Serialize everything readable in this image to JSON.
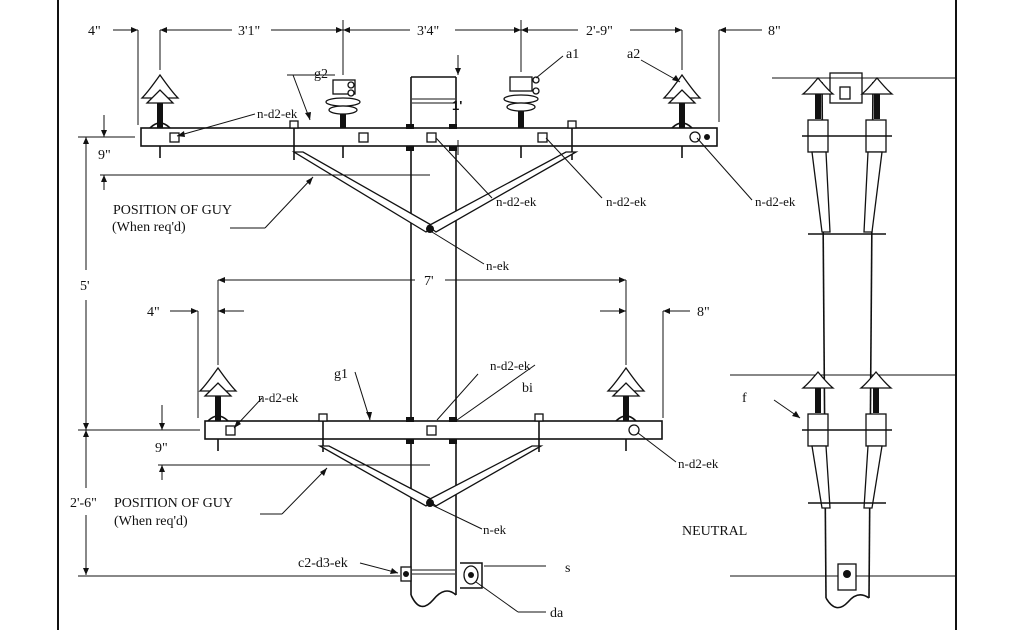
{
  "labels": {
    "top_dim_4in": "4\"",
    "top_dim_3ft1": "3'1\"",
    "top_dim_3ft4": "3'4\"",
    "top_dim_2ft9": "2'-9\"",
    "top_dim_8in": "8\"",
    "dim_1ft": "1'",
    "a1": "a1",
    "a2": "a2",
    "g2": "g2",
    "nd2ek_top_left": "n-d2-ek",
    "nd2ek_top_mid": "n-d2-ek",
    "nd2ek_top_right_mid": "n-d2-ek",
    "nd2ek_top_right": "n-d2-ek",
    "dim_9in_top": "9\"",
    "position_guy_top": "POSITION OF GUY",
    "when_reqd_top": "(When req'd)",
    "nek_top": "n-ek",
    "dim_5ft": "5'",
    "dim_7ft": "7'",
    "low_dim_4in": "4\"",
    "low_dim_8in": "8\"",
    "nd2ek_low_center": "n-d2-ek",
    "g1": "g1",
    "bi": "bi",
    "nd2ek_low_left": "n-d2-ek",
    "nd2ek_low_right": "n-d2-ek",
    "dim_9in_low": "9\"",
    "position_guy_low": "POSITION OF GUY",
    "when_reqd_low": "(When req'd)",
    "dim_2ft6": "2'-6\"",
    "nek_low": "n-ek",
    "neutral": "NEUTRAL",
    "c2d3ek": "c2-d3-ek",
    "s": "s",
    "da": "da",
    "f": "f"
  }
}
